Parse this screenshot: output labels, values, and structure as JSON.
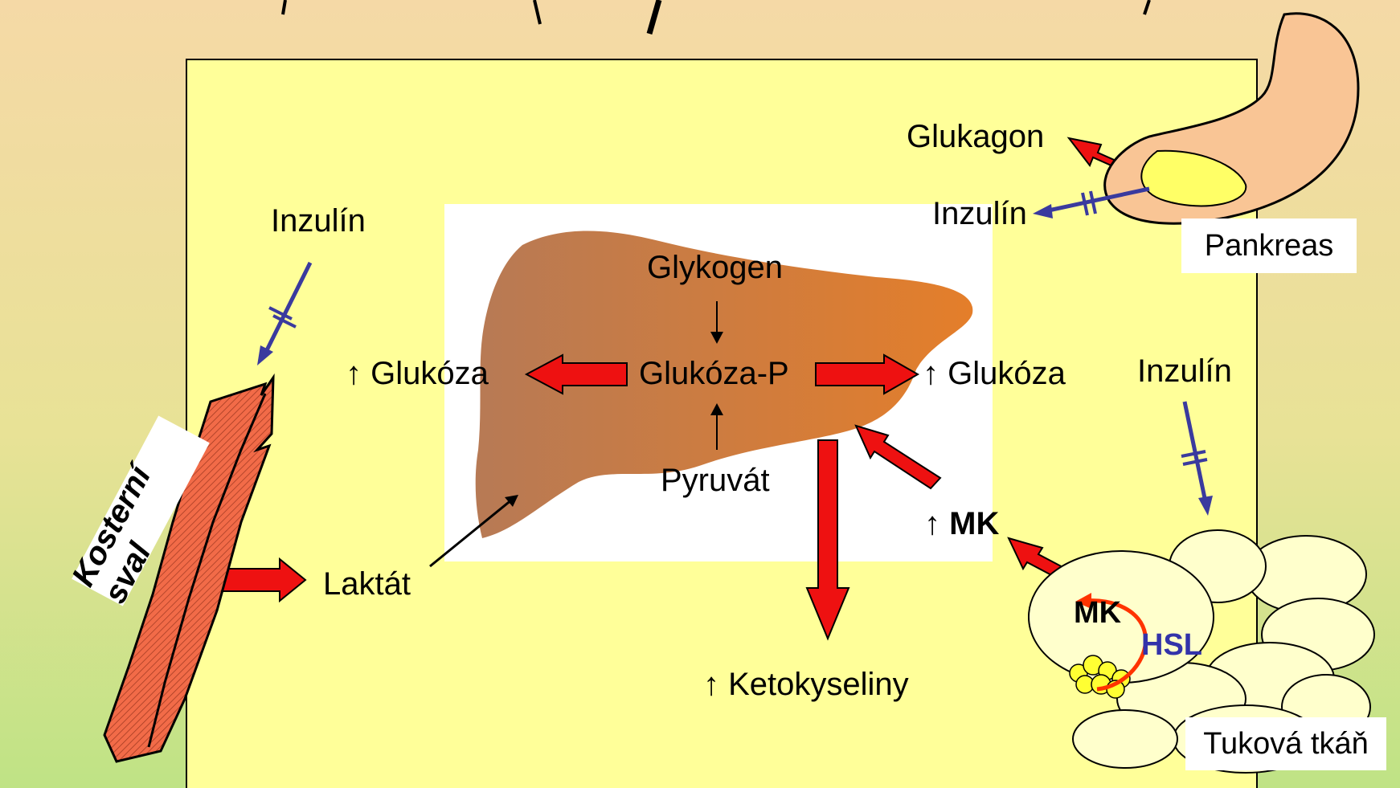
{
  "liver": {
    "glycogen": "Glykogen",
    "glucose_p": "Glukóza-P",
    "pyruvate": "Pyruvát"
  },
  "labels": {
    "glucose_left": "↑ Glukóza",
    "glucose_right": "↑ Glukóza",
    "lactate": "Laktát",
    "ketoacids": "↑ Ketokyseliny",
    "fa_up_arrow": "↑",
    "fa_up": "MK",
    "fa_adipose": "MK",
    "hsl": "HSL",
    "glucagon": "Glukagon",
    "insulin_muscle": "Inzulín",
    "insulin_pancreas": "Inzulín",
    "insulin_adipose": "Inzulín"
  },
  "organs": {
    "pancreas": "Pankreas",
    "adipose": "Tuková tkáň",
    "muscle": "Kosterní sval"
  },
  "colors": {
    "flow_arrow": "#ee1111",
    "insulin_arrow": "#3a3a9e",
    "panel": "#ffff99",
    "liver": "#c67c4e",
    "hsl_text": "#3333aa",
    "hsl_arc": "#ff3300"
  }
}
